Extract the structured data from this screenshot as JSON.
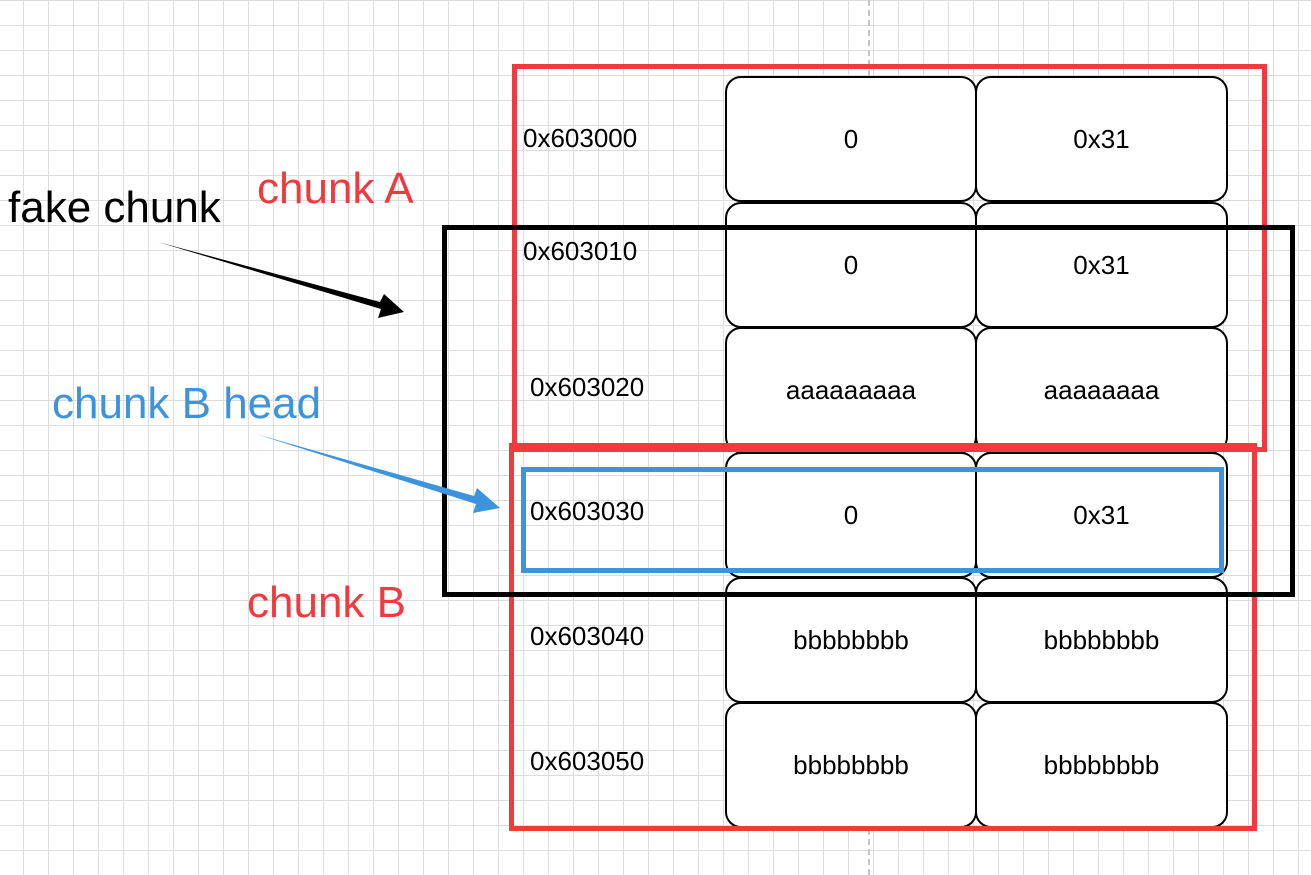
{
  "labels": {
    "fake_chunk": "fake chunk",
    "chunk_a": "chunk A",
    "chunk_b_head": "chunk B head",
    "chunk_b": "chunk B"
  },
  "colors": {
    "chunk_frame": "#f03a3e",
    "fake_chunk_frame": "#000000",
    "chunk_b_head_frame": "#3d94dc",
    "grid": "#dcdcdc"
  },
  "memory_rows": [
    {
      "address": "0x603000",
      "cells": [
        "0",
        "0x31"
      ]
    },
    {
      "address": "0x603010",
      "cells": [
        "0",
        "0x31"
      ]
    },
    {
      "address": "0x603020",
      "cells": [
        "aaaaaaaaa",
        "aaaaaaaa"
      ]
    },
    {
      "address": "0x603030",
      "cells": [
        "0",
        "0x31"
      ]
    },
    {
      "address": "0x603040",
      "cells": [
        "bbbbbbbb",
        "bbbbbbbb"
      ]
    },
    {
      "address": "0x603050",
      "cells": [
        "bbbbbbbb",
        "bbbbbbbb"
      ]
    }
  ]
}
